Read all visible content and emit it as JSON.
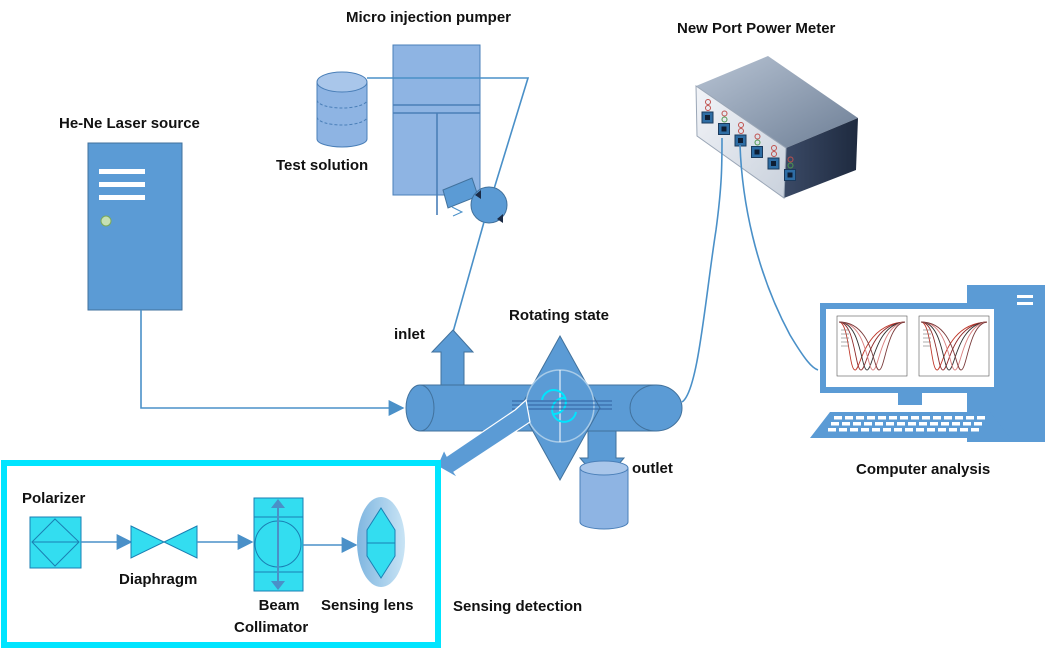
{
  "labels": {
    "micro_injection": "Micro injection pumper",
    "new_port": "New Port Power Meter",
    "laser": "He-Ne  Laser source",
    "test_solution": "Test solution",
    "inlet": "inlet",
    "rotating_state": "Rotating state",
    "outlet": "outlet",
    "computer": "Computer analysis",
    "polarizer": "Polarizer",
    "diaphragm": "Diaphragm",
    "beam_collimator_1": "Beam",
    "beam_collimator_2": "Collimator",
    "sensing_lens": "Sensing lens",
    "sensing_detection": "Sensing detection"
  },
  "icons": [
    "laser-source-icon",
    "test-solution-tank-icon",
    "syringe-pump-icon",
    "valve-icon",
    "power-meter-icon",
    "computer-icon",
    "polarizer-icon",
    "diaphragm-icon",
    "beam-collimator-icon",
    "sensing-lens-icon",
    "outlet-container-icon",
    "rotating-stage-icon"
  ],
  "colors": {
    "device_blue": "#5b9bd5",
    "light_blue": "#8eb4e3",
    "line_blue": "#4a90c8",
    "cyan": "#00e5ff",
    "cyan_fill": "#33ddf0"
  }
}
